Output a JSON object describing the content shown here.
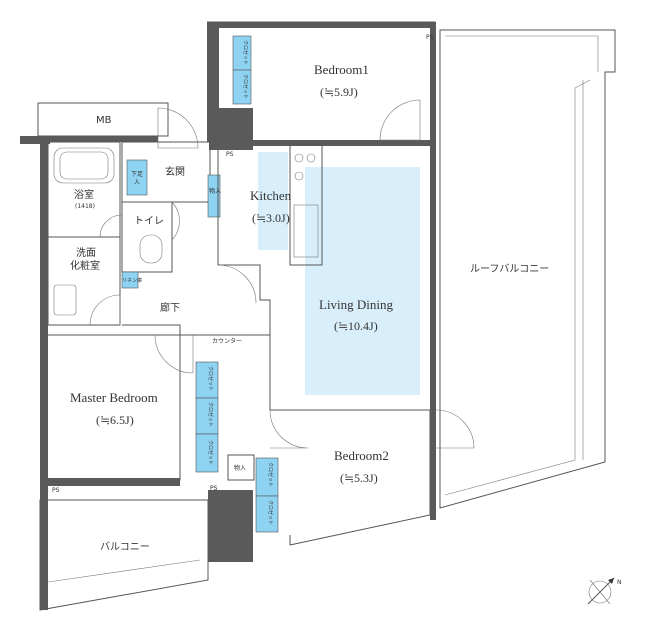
{
  "rooms": {
    "bedroom1": {
      "name": "Bedroom1",
      "size": "(≒5.9J)"
    },
    "kitchen": {
      "name": "Kitchen",
      "size": "(≒3.0J)"
    },
    "living_dining": {
      "name": "Living Dining",
      "size": "(≒10.4J)"
    },
    "master_bedroom": {
      "name": "Master Bedroom",
      "size": "(≒6.5J)"
    },
    "bedroom2": {
      "name": "Bedroom2",
      "size": "(≒5.3J)"
    }
  },
  "labels": {
    "mb": "MB",
    "bath": "浴室",
    "bath_size": "(1418)",
    "entrance": "玄関",
    "toilet": "トイレ",
    "washroom_line1": "洗面",
    "washroom_line2": "化粧室",
    "hallway": "廊下",
    "roof_balcony": "ルーフバルコニー",
    "balcony": "バルコニー",
    "counter": "カウンター",
    "shoe_closet_line1": "下足",
    "shoe_closet_line2": "入",
    "storage_entry": "物入",
    "storage_bed2": "物入",
    "linen": "リネン庫",
    "ps_top_right": "PS",
    "ps_mid": "PS",
    "ps_bottom_left": "PS",
    "ps_bottom_mid": "PS"
  },
  "closet_label": "クロゼット",
  "compass_mark": "N"
}
